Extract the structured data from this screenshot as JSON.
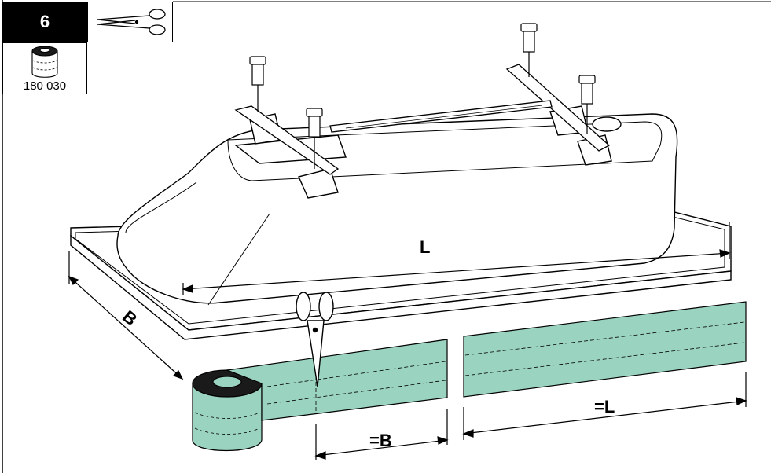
{
  "step": {
    "number": "6"
  },
  "tool": {
    "icon": "scissors-icon"
  },
  "part": {
    "icon": "tape-roll-icon",
    "number": "180 030"
  },
  "dimensions": {
    "length_label": "L",
    "width_label": "B",
    "cut_width_label": "=B",
    "cut_length_label": "=L"
  },
  "colors": {
    "tape": "#9bd3c1",
    "line": "#000000",
    "background": "#ffffff"
  }
}
